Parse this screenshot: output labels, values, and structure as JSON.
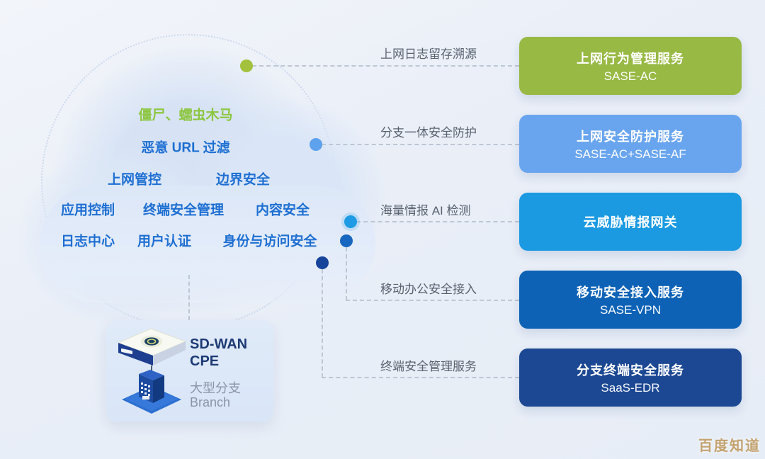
{
  "cloud": {
    "labels": [
      {
        "text": "僵尸、蠕虫木马",
        "accent": "green"
      },
      {
        "text": "恶意 URL 过滤",
        "accent": "blue"
      },
      {
        "text": "上网管控",
        "accent": "blue"
      },
      {
        "text": "边界安全",
        "accent": "blue"
      },
      {
        "text": "应用控制",
        "accent": "blue"
      },
      {
        "text": "终端安全管理",
        "accent": "blue"
      },
      {
        "text": "内容安全",
        "accent": "blue"
      },
      {
        "text": "日志中心",
        "accent": "blue"
      },
      {
        "text": "用户认证",
        "accent": "blue"
      },
      {
        "text": "身份与访问安全",
        "accent": "blue"
      }
    ],
    "text_colors": {
      "green": "#8cc63f",
      "blue": "#1e6fd2"
    }
  },
  "connectors": [
    {
      "label": "上网日志留存溯源",
      "dot_color": "#a3c13d"
    },
    {
      "label": "分支一体安全防护",
      "dot_color": "#5ea1ec"
    },
    {
      "label": "海量情报 AI 检测",
      "dot_color": "#1e9be4"
    },
    {
      "label": "移动办公安全接入",
      "dot_color": "#1767c0"
    },
    {
      "label": "终端安全管理服务",
      "dot_color": "#17449b"
    }
  ],
  "services": [
    {
      "title": "上网行为管理服务",
      "subtitle": "SASE-AC",
      "color": "#98b944"
    },
    {
      "title": "上网安全防护服务",
      "subtitle": "SASE-AC+SASE-AF",
      "color": "#69a5ee"
    },
    {
      "title": "云威胁情报网关",
      "subtitle": "",
      "color": "#1b9ae2"
    },
    {
      "title": "移动安全接入服务",
      "subtitle": "SASE-VPN",
      "color": "#0d62b6"
    },
    {
      "title": "分支终端安全服务",
      "subtitle": "SaaS-EDR",
      "color": "#1c4893"
    }
  ],
  "branch_card": {
    "name_line1": "SD-WAN",
    "name_line2": "CPE",
    "type_zh": "大型分支",
    "type_en": "Branch"
  },
  "watermark": {
    "text": "百度知道",
    "color": "#c09a62"
  },
  "palette": {
    "background": "#e9eef7",
    "cloud_fill": "#dce7f7",
    "dash_line": "#bdc7d4",
    "connector_label": "#5a6270"
  }
}
